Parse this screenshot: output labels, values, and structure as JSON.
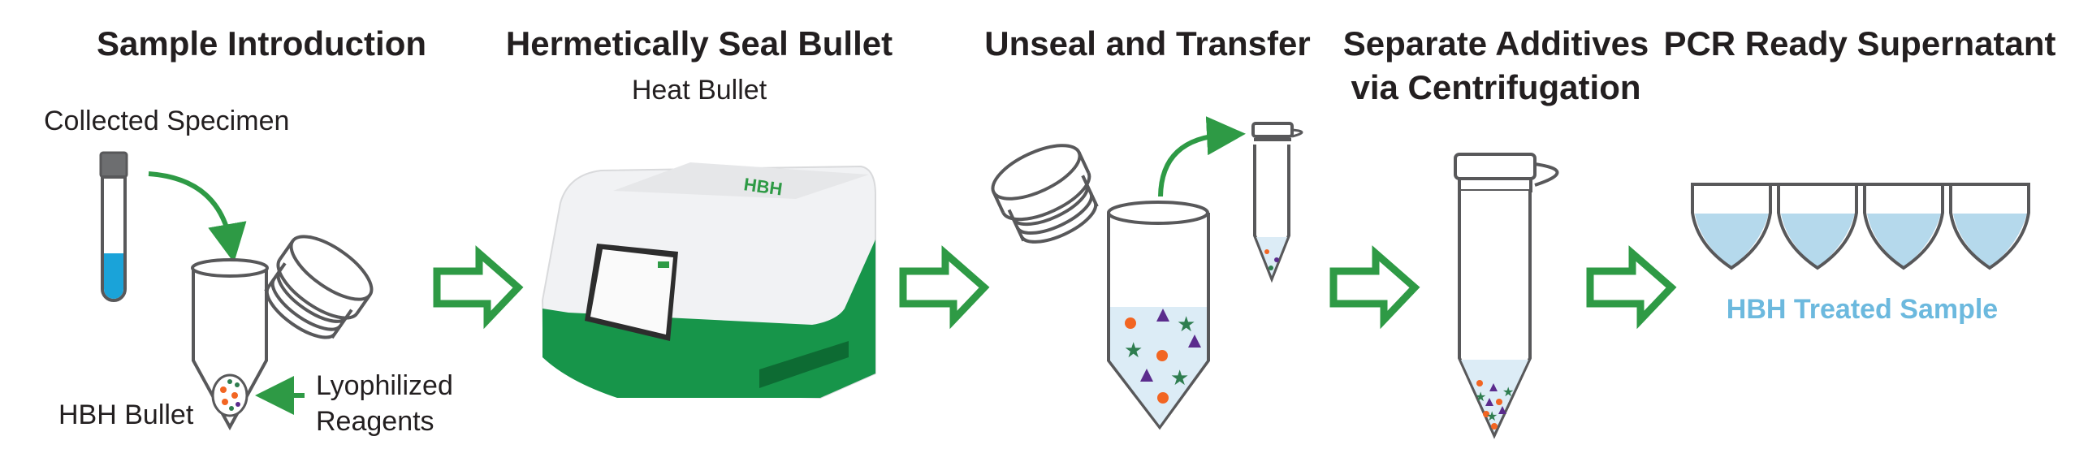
{
  "steps": [
    {
      "title": "Sample Introduction"
    },
    {
      "title": "Hermetically Seal Bullet",
      "subtitle": "Heat Bullet"
    },
    {
      "title": "Unseal and Transfer"
    },
    {
      "title_line1": "Separate Additives",
      "title_line2": "via Centrifugation"
    },
    {
      "title": "PCR Ready Supernatant",
      "result_label": "HBH Treated Sample"
    }
  ],
  "labels": {
    "collected_specimen": "Collected Specimen",
    "hbh_bullet": "HBH Bullet",
    "lyophilized_1": "Lyophilized",
    "lyophilized_2": "Reagents",
    "device_brand": "HBH"
  },
  "colors": {
    "arrow_green": "#2e9a45",
    "liquid_blue": "#b5d9ec",
    "specimen_blue": "#1aa3d9",
    "result_text": "#6cb9de"
  }
}
